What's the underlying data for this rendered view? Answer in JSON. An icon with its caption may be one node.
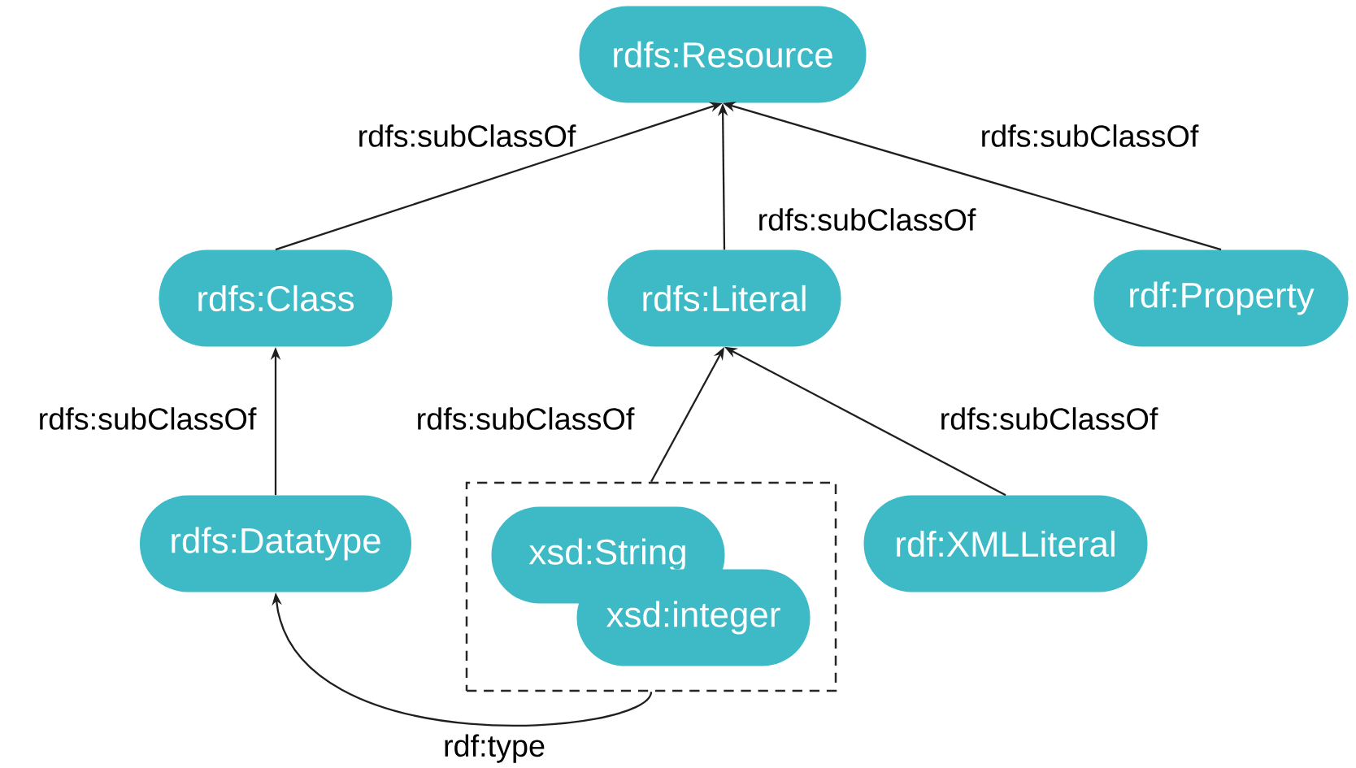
{
  "diagram": {
    "nodes": [
      {
        "text": [
          "rdfs:Resource"
        ]
      },
      {
        "text": [
          "rdfs:Class"
        ]
      },
      {
        "text": [
          "rdfs:Literal"
        ]
      },
      {
        "text": [
          "rdf:Property"
        ]
      },
      {
        "text": [
          "rdfs:Datatype"
        ]
      },
      {
        "text": [],
        "shape": "box"
      },
      {
        "text": [
          "xsd:String"
        ],
        "in": 5
      },
      {
        "text": [
          "xsd:integer"
        ],
        "in": 5
      },
      {
        "text": [
          "rdf:XMLLiteral"
        ]
      }
    ],
    "edges": [
      {
        "from": 1,
        "to": 0,
        "arrow": "to",
        "label": "rdfs:subClassOf"
      },
      {
        "from": 2,
        "to": 0,
        "arrow": "to",
        "label": "rdfs:subClassOf"
      },
      {
        "from": 3,
        "to": 0,
        "arrow": "to",
        "label": "rdfs:subClassOf"
      },
      {
        "from": 4,
        "to": 1,
        "arrow": "to",
        "label": "rdfs:subClassOf"
      },
      {
        "from": 5,
        "to": 2,
        "arrow": "to",
        "label": "rdfs:subClassOf"
      },
      {
        "from": 8,
        "to": 2,
        "arrow": "to",
        "label": "rdfs:subClassOf"
      },
      {
        "from": 5,
        "to": 4,
        "arrow": "to",
        "label": "rdf:type"
      }
    ]
  }
}
